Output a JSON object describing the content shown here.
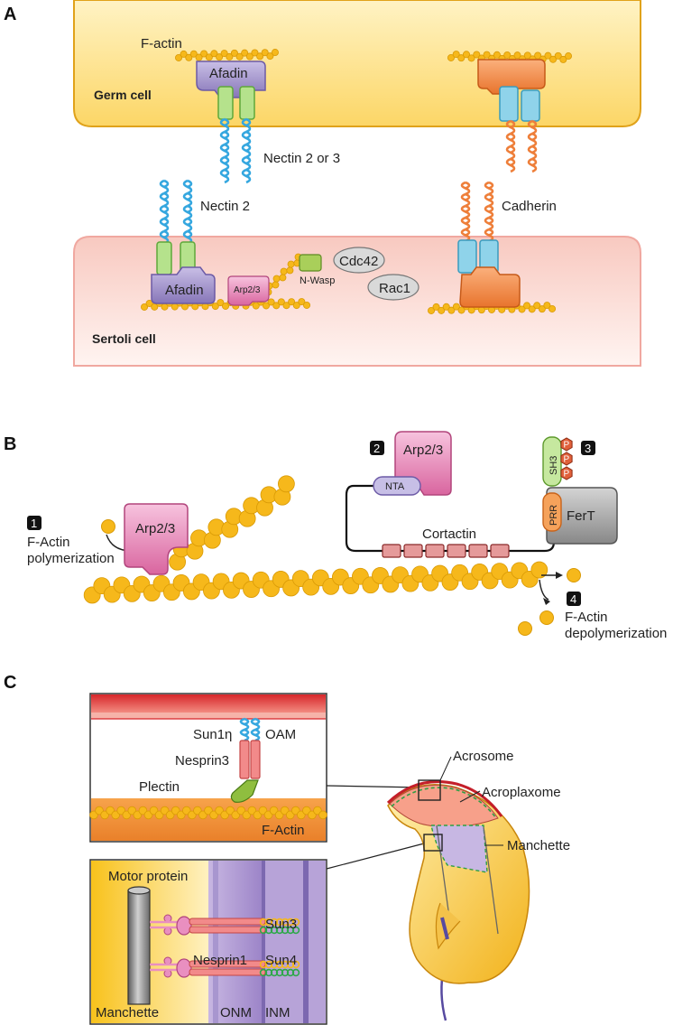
{
  "panel_a": {
    "label": "A",
    "germ_cell": "Germ cell",
    "sertoli_cell": "Sertoli cell",
    "f_actin": "F-actin",
    "afadin_top": "Afadin",
    "afadin_bottom": "Afadin",
    "nectin_2_or_3": "Nectin 2 or 3",
    "nectin_2": "Nectin 2",
    "cadherin": "Cadherin",
    "arp23": "Arp2/3",
    "n_wasp": "N-Wasp",
    "cdc42": "Cdc42",
    "rac1": "Rac1"
  },
  "panel_b": {
    "label": "B",
    "step1": "1",
    "step2": "2",
    "step3": "3",
    "step4": "4",
    "polymerization_line1": "F-Actin",
    "polymerization_line2": "polymerization",
    "arp23_left": "Arp2/3",
    "arp23_right": "Arp2/3",
    "nta": "NTA",
    "cortactin": "Cortactin",
    "sh3": "SH3",
    "prr": "PRR",
    "fert": "FerT",
    "phospho": "P",
    "depolymerization_line1": "F-Actin",
    "depolymerization_line2": "depolymerization"
  },
  "panel_c": {
    "label": "C",
    "sun1": "Sun1η",
    "oam": "OAM",
    "nesprin3": "Nesprin3",
    "plectin": "Plectin",
    "f_actin": "F-Actin",
    "motor_protein": "Motor protein",
    "sun3": "Sun3",
    "nesprin1": "Nesprin1",
    "sun4": "Sun4",
    "manchette_inset": "Manchette",
    "onm": "ONM",
    "inm": "INM",
    "acrosome": "Acrosome",
    "acroplaxome": "Acroplaxome",
    "manchette": "Manchette"
  },
  "colors": {
    "germ_cell_fill": "#fde7a0",
    "sertoli_cell_fill": "#fbd9d3",
    "actin_bead": "#f6b81b",
    "afadin": "#9d8cc6",
    "nectin": "#35a7df",
    "nectin_stalk": "#9fd66f",
    "cadherin": "#ee7f3a",
    "cadherin_box": "#8fd3ea",
    "arp23": "#e98fc0",
    "fert": "#9e9e9e"
  }
}
